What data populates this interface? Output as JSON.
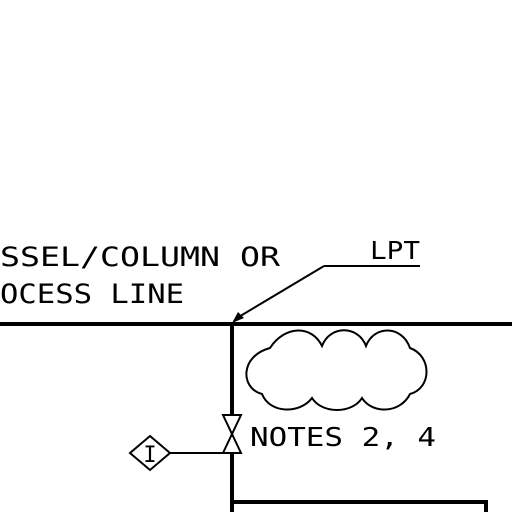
{
  "labels": {
    "vessel_line_1": "SSEL/COLUMN OR",
    "vessel_line_2": "OCESS LINE",
    "lpt": "LPT",
    "notes": "NOTES 2, 4",
    "instrument": "I"
  },
  "colors": {
    "line": "#000000",
    "background": "#ffffff"
  }
}
